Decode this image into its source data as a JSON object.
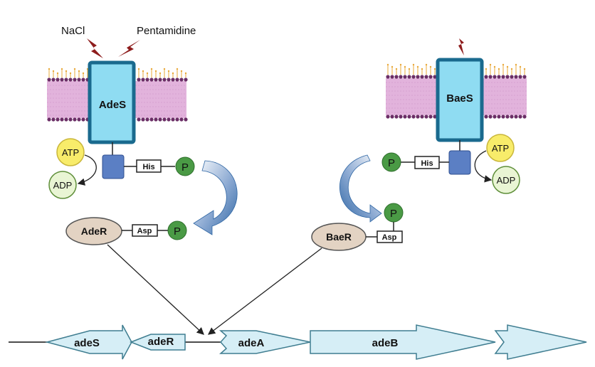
{
  "stimuli": {
    "left": [
      "NaCl",
      "Pentamidine"
    ]
  },
  "left_system": {
    "sensor": "AdeS",
    "atp": "ATP",
    "adp": "ADP",
    "his": "His",
    "phosphate": "P",
    "regulator": "AdeR",
    "asp": "Asp"
  },
  "right_system": {
    "sensor": "BaeS",
    "atp": "ATP",
    "adp": "ADP",
    "his": "His",
    "phosphate": "P",
    "regulator": "BaeR",
    "asp": "Asp"
  },
  "genes": [
    "adeS",
    "adeR",
    "adeA",
    "adeB"
  ],
  "colors": {
    "sensor_fill": "#8fdcf2",
    "sensor_border": "#1a6a8e",
    "kinase_box": "#5b7fc4",
    "phosphate": "#4a9a45",
    "atp": "#f8ec6a",
    "adp": "#e9f5d4",
    "regulator": "#e3d3c3",
    "gene_fill": "#d6eef6",
    "gene_stroke": "#3f7d90",
    "lightning": "#8e1d1d",
    "membrane_head": "#6b2e66",
    "membrane_tail": "#e2b3dc",
    "glycan": "#e8a83a",
    "flow_arrow": "#2f66a4"
  }
}
